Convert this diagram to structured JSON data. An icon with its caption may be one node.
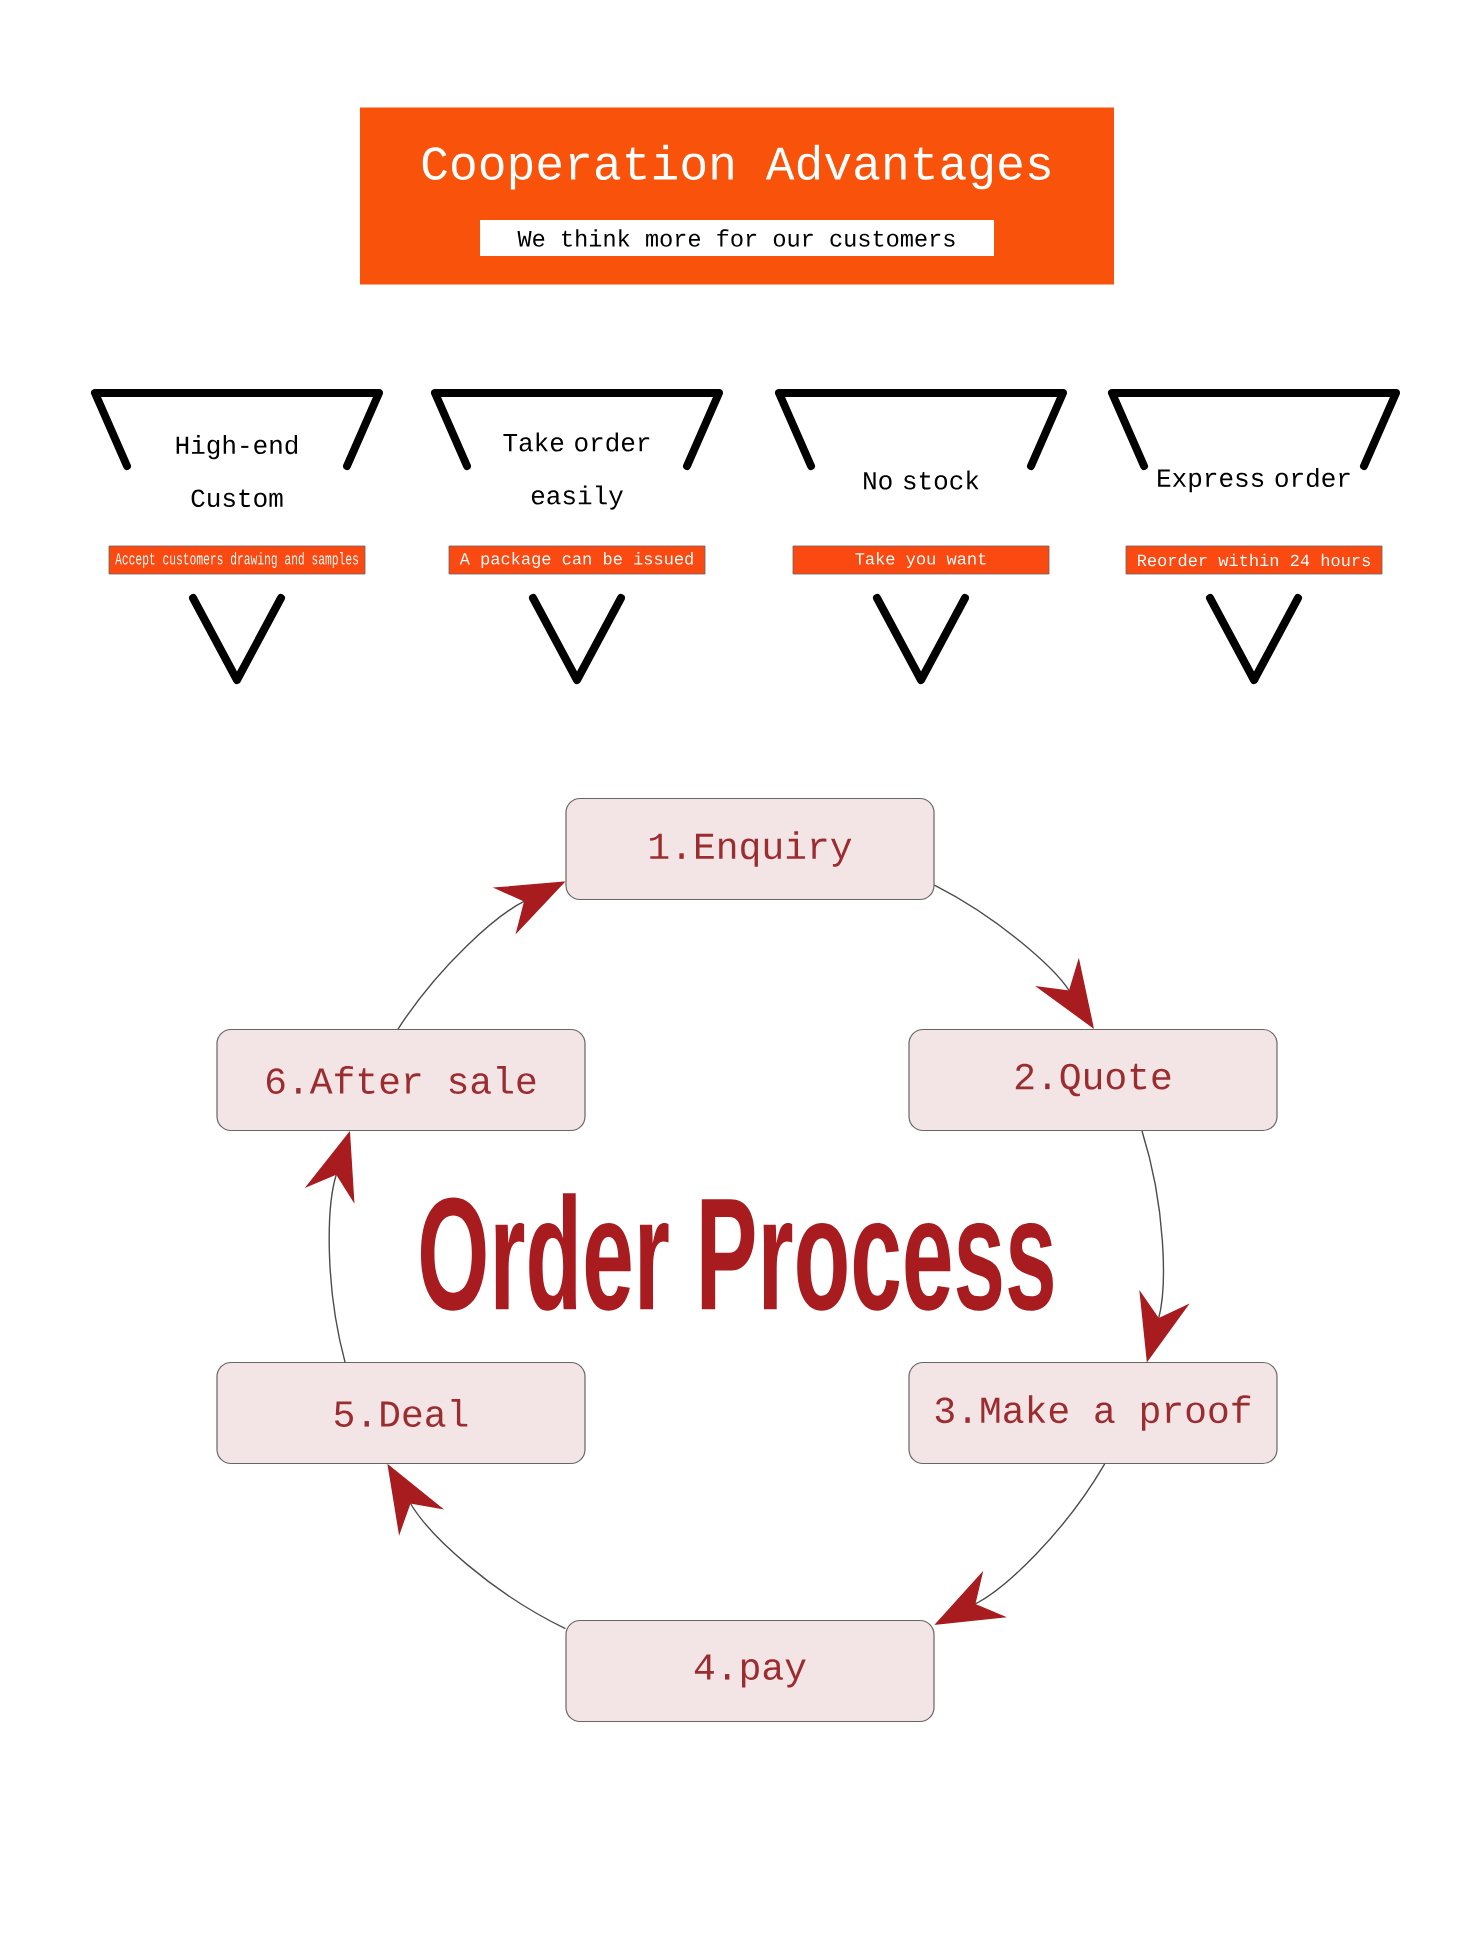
{
  "diagram": {
    "nodes": [
      {
        "text": [
          "Cooperation Advantages",
          "We think more for our customers"
        ]
      },
      {
        "text": [
          "High-end Custom",
          "Accept customers drawing and samples"
        ]
      },
      {
        "text": [
          "Take order easily",
          "A package can be issued"
        ]
      },
      {
        "text": [
          "No stock",
          "Take  you want"
        ]
      },
      {
        "text": [
          "Express order",
          "Reorder within 24 hours"
        ]
      },
      {
        "text": [
          "1.Enquiry"
        ]
      },
      {
        "text": [
          "2.Quote"
        ]
      },
      {
        "text": [
          "3.Make a proof"
        ]
      },
      {
        "text": [
          "4.pay"
        ]
      },
      {
        "text": [
          "5.Deal"
        ]
      },
      {
        "text": [
          "6.After sale"
        ]
      }
    ],
    "edges": [
      {
        "from": 5,
        "to": 6,
        "arrow": "to"
      },
      {
        "from": 6,
        "to": 7,
        "arrow": "to"
      },
      {
        "from": 7,
        "to": 8,
        "arrow": "to"
      },
      {
        "from": 8,
        "to": 9,
        "arrow": "to"
      },
      {
        "from": 9,
        "to": 10,
        "arrow": "to"
      },
      {
        "from": 10,
        "to": 5,
        "arrow": "to"
      }
    ],
    "labels": [
      "Order Process"
    ]
  }
}
